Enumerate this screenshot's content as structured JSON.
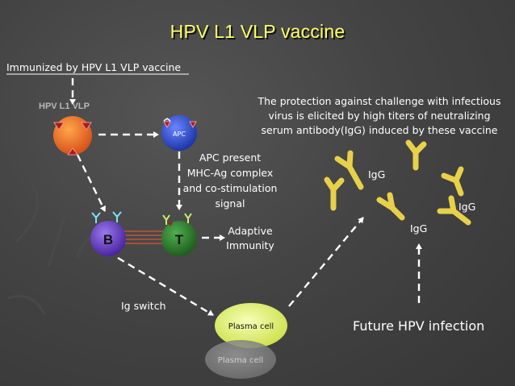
{
  "title": "HPV L1 VLP vaccine",
  "immunized_label": "Immunized by HPV L1 VLP vaccine",
  "vlp_label": "HPV L1 VLP",
  "apc_label": "APC",
  "apc_present_lines": [
    "APC present",
    "MHC-Ag complex",
    "and co-stimulation",
    "signal"
  ],
  "b_cell_label": "B",
  "t_cell_label": "T",
  "adaptive_lines": [
    "Adaptive",
    "Immunity"
  ],
  "ig_switch_label": "Ig switch",
  "plasma_cell_label": "Plasma cell",
  "plasma_reflection_label": "Plasma cell",
  "protection_lines": [
    "The protection against challenge with infectious",
    "virus is elicited by high titers of neutralizing",
    "serum antibody(IgG) induced by these vaccine"
  ],
  "igg_labels": [
    "IgG",
    "IgG",
    "IgG"
  ],
  "future_label": "Future HPV infection",
  "colors": {
    "title": "#ffff66",
    "antibody": "#e8d14a",
    "vlp": "#e8641a",
    "apc": "#3a55c8",
    "b_cell": "#6b3fc0",
    "t_cell": "#2f7a2f",
    "plasma": "#e0ef6a",
    "triangle": "#a0201c",
    "receptor": "#7fe0ff"
  },
  "icons": [
    "vlp-particle-icon",
    "apc-cell-icon",
    "b-cell-icon",
    "t-cell-icon",
    "antibody-icon",
    "plasma-cell-icon"
  ]
}
